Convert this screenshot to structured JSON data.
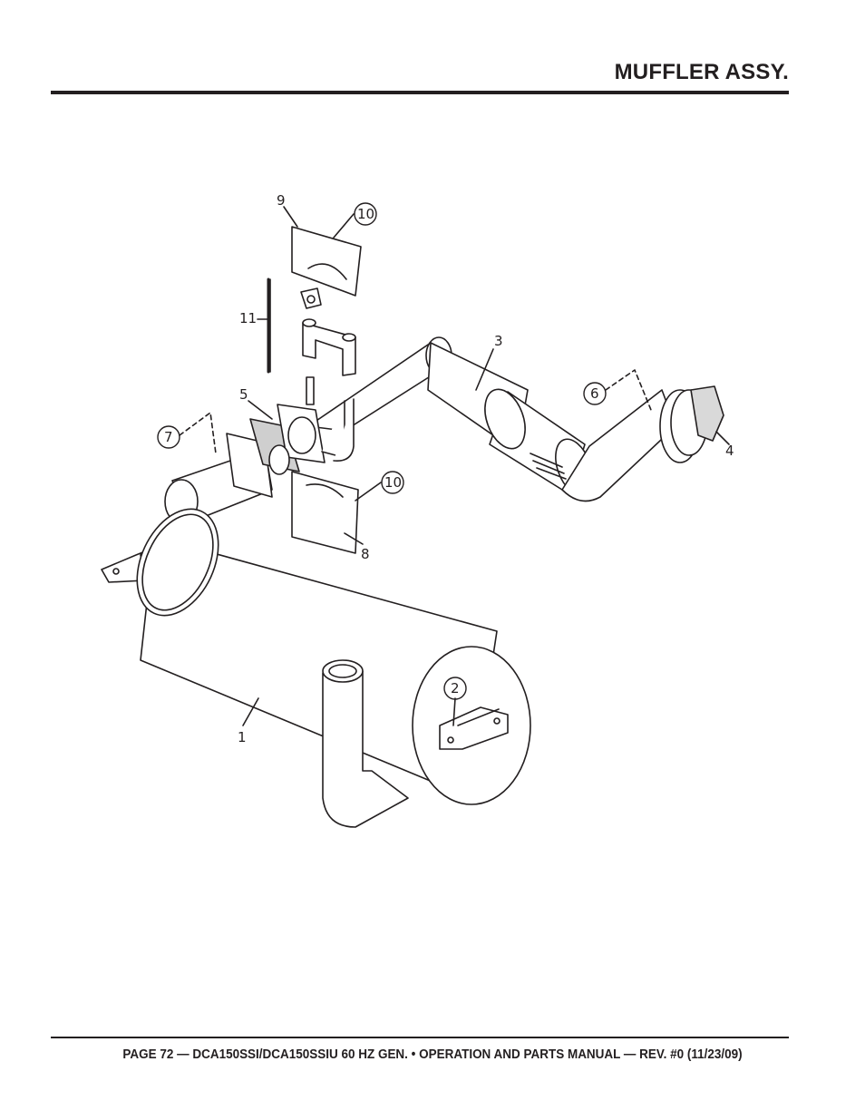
{
  "header": {
    "title": "MUFFLER ASSY."
  },
  "footer": {
    "text": "PAGE 72 — DCA150SSI/DCA150SSIU 60 HZ GEN. • OPERATION AND PARTS MANUAL — REV. #0 (11/23/09)"
  },
  "callouts": {
    "c1": "1",
    "c2": "2",
    "c3": "3",
    "c4": "4",
    "c5": "5",
    "c6": "6",
    "c7": "7",
    "c8": "8",
    "c9": "9",
    "c10a": "10",
    "c10b": "10",
    "c11": "11"
  }
}
